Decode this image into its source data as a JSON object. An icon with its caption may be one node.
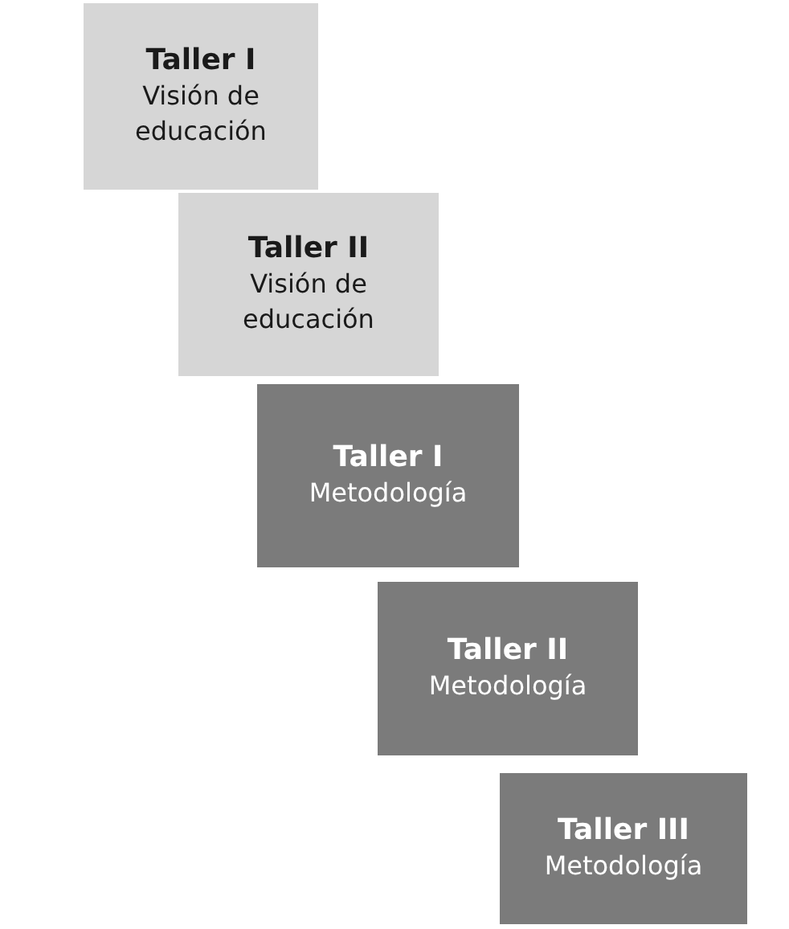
{
  "diagram": {
    "nodes": [
      {
        "text": [
          "Taller I",
          "Visión de educación"
        ]
      },
      {
        "text": [
          "Taller II",
          "Visión de educación"
        ]
      },
      {
        "text": [
          "Taller I",
          "Metodología"
        ]
      },
      {
        "text": [
          "Taller II",
          "Metodología"
        ]
      },
      {
        "text": [
          "Taller III",
          "Metodología"
        ]
      }
    ]
  }
}
